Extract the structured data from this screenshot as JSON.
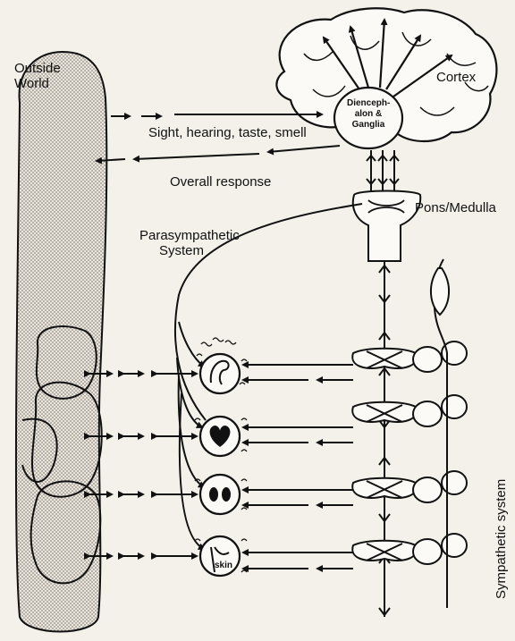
{
  "labels": {
    "outside_world_1": "Outside",
    "outside_world_2": "World",
    "cortex": "Cortex",
    "diencephalon_1": "Dienceph-",
    "diencephalon_2": "alon &",
    "diencephalon_3": "Ganglia",
    "senses": "Sight, hearing, taste, smell",
    "overall_response": "Overall response",
    "pons_medulla": "Pons/Medulla",
    "parasympathetic_1": "Parasympathetic",
    "parasympathetic_2": "System",
    "sympathetic": "Sympathetic system",
    "skin": "skin"
  },
  "organs": [
    "arm-muscle",
    "heart",
    "kidneys",
    "skin"
  ],
  "colors": {
    "ink": "#111111",
    "paper": "#f4f1ea",
    "shade": "#d6d2c8"
  }
}
